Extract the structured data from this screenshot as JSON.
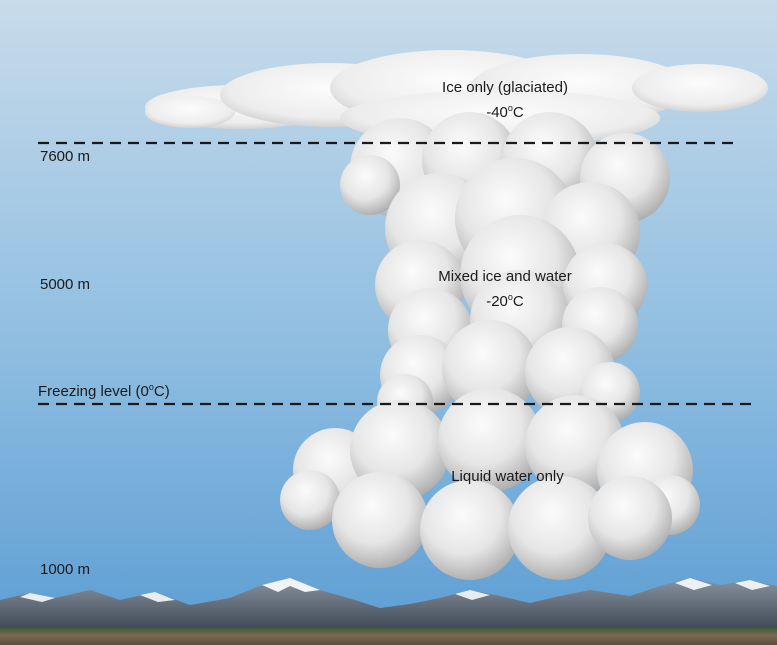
{
  "altitudes": {
    "alt_7600": "7600 m",
    "alt_5000": "5000 m",
    "freezing_level": {
      "text": "Freezing level (0",
      "sup": "o",
      "tail": "C)"
    },
    "alt_1000": "1000 m"
  },
  "zones": {
    "ice": {
      "title": "Ice only (glaciated)",
      "temp_value": "-40",
      "temp_sup": "o",
      "temp_unit": "C"
    },
    "mixed": {
      "title": "Mixed ice and water",
      "temp_value": "-20",
      "temp_sup": "o",
      "temp_unit": "C"
    },
    "liquid": {
      "title": "Liquid water only"
    }
  },
  "colors": {
    "sky_top": "#c9dcea",
    "sky_bottom": "#5d9ed4",
    "cloud": "#ececec",
    "cloud_shadow": "#a9a9a9",
    "dashed_line": "#1a1a1a",
    "mountain": "#5a6472",
    "snow": "#f2f4f6",
    "ground": "#6b5a45"
  }
}
